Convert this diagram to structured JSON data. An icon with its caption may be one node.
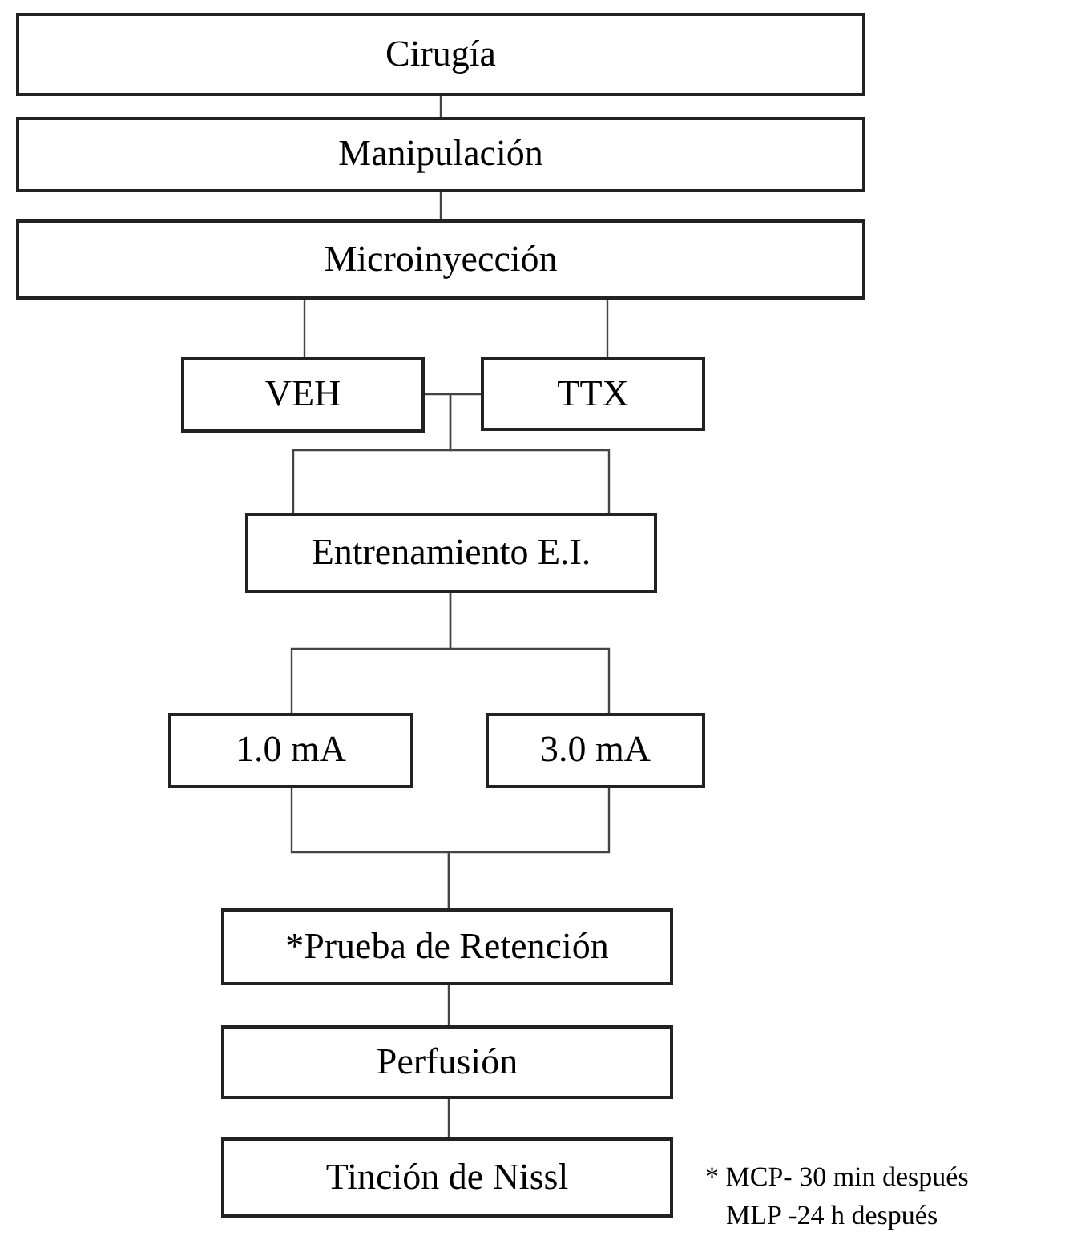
{
  "diagram": {
    "nodes": [
      {
        "text": [
          "Cirugía"
        ]
      },
      {
        "text": [
          "Manipulación"
        ]
      },
      {
        "text": [
          "Microinyección"
        ]
      },
      {
        "text": [
          "VEH"
        ]
      },
      {
        "text": [
          "TTX"
        ]
      },
      {
        "text": [
          "Entrenamiento E.I."
        ]
      },
      {
        "text": [
          "1.0 mA"
        ]
      },
      {
        "text": [
          "3.0 mA"
        ]
      },
      {
        "text": [
          "*Prueba de Retención"
        ]
      },
      {
        "text": [
          "Perfusión"
        ]
      },
      {
        "text": [
          "Tinción de Nissl"
        ]
      }
    ],
    "edges": [
      {
        "from": 0,
        "to": 1,
        "arrow": "none"
      },
      {
        "from": 1,
        "to": 2,
        "arrow": "none"
      },
      {
        "from": 2,
        "to": 3,
        "arrow": "none"
      },
      {
        "from": 2,
        "to": 4,
        "arrow": "none"
      },
      {
        "from": 3,
        "to": 5,
        "arrow": "none"
      },
      {
        "from": 4,
        "to": 5,
        "arrow": "none"
      },
      {
        "from": 5,
        "to": 6,
        "arrow": "none"
      },
      {
        "from": 5,
        "to": 7,
        "arrow": "none"
      },
      {
        "from": 6,
        "to": 8,
        "arrow": "none"
      },
      {
        "from": 7,
        "to": 8,
        "arrow": "none"
      },
      {
        "from": 8,
        "to": 9,
        "arrow": "none"
      },
      {
        "from": 9,
        "to": 10,
        "arrow": "none"
      }
    ],
    "labels": [
      "* MCP- 30 min después",
      "MLP -24 h después"
    ]
  }
}
